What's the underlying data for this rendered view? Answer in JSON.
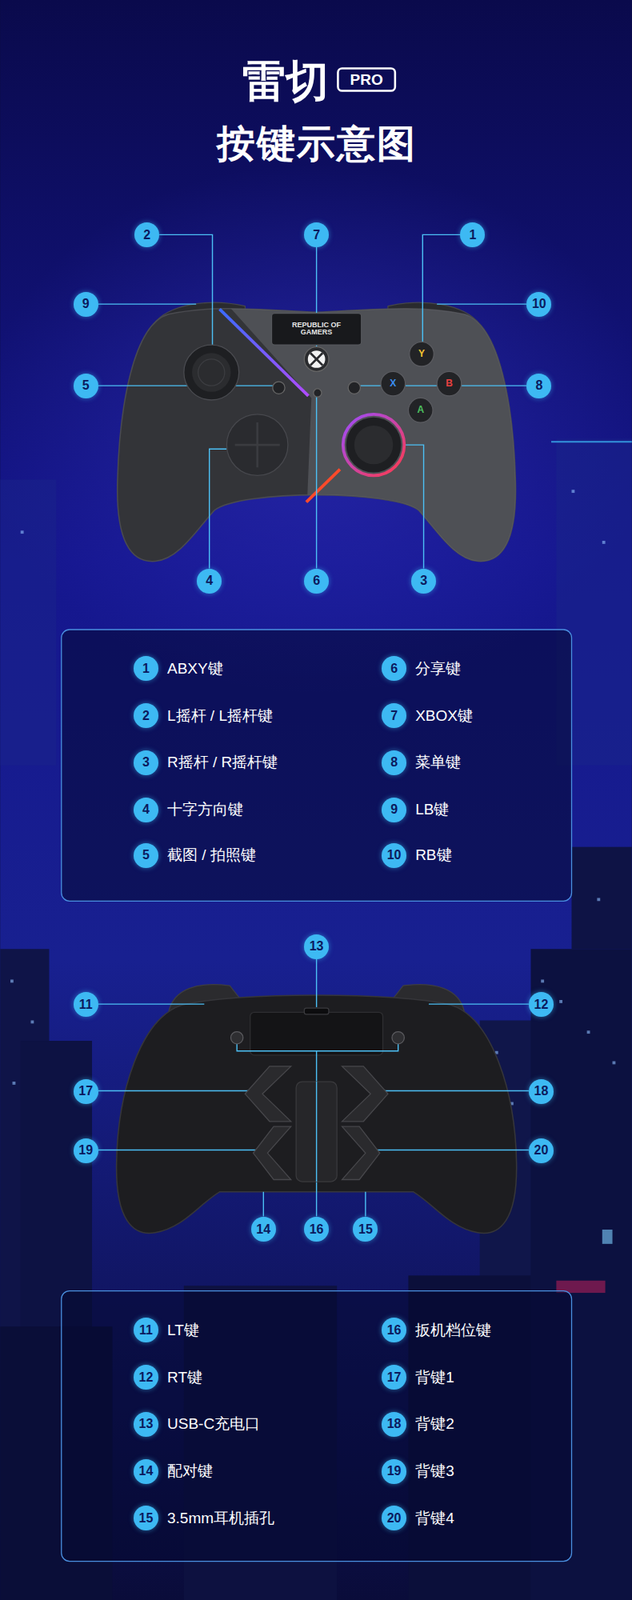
{
  "diagram": {
    "title": "按键示意图",
    "nodes": [
      {
        "text": [
          "2"
        ]
      },
      {
        "text": [
          "7"
        ]
      },
      {
        "text": [
          "1"
        ]
      },
      {
        "text": [
          "9"
        ]
      },
      {
        "text": [
          "10"
        ]
      },
      {
        "text": [
          "5"
        ]
      },
      {
        "text": [
          "8"
        ]
      },
      {
        "text": [
          "4"
        ]
      },
      {
        "text": [
          "6"
        ]
      },
      {
        "text": [
          "3"
        ]
      },
      {
        "text": [
          "1",
          "ABXY键"
        ]
      },
      {
        "text": [
          "6",
          "分享键"
        ]
      },
      {
        "text": [
          "2",
          "L摇杆 / L摇杆键"
        ]
      },
      {
        "text": [
          "7",
          "XBOX键"
        ]
      },
      {
        "text": [
          "3",
          "R摇杆 / R摇杆键"
        ]
      },
      {
        "text": [
          "8",
          "菜单键"
        ]
      },
      {
        "text": [
          "4",
          "十字方向键"
        ]
      },
      {
        "text": [
          "9",
          "LB键"
        ]
      },
      {
        "text": [
          "5",
          "截图 / 拍照键"
        ]
      },
      {
        "text": [
          "10",
          "RB键"
        ]
      },
      {
        "text": [
          "13"
        ]
      },
      {
        "text": [
          "11"
        ]
      },
      {
        "text": [
          "12"
        ]
      },
      {
        "text": [
          "17"
        ]
      },
      {
        "text": [
          "18"
        ]
      },
      {
        "text": [
          "19"
        ]
      },
      {
        "text": [
          "20"
        ]
      },
      {
        "text": [
          "14"
        ]
      },
      {
        "text": [
          "16"
        ]
      },
      {
        "text": [
          "15"
        ]
      },
      {
        "text": [
          "11",
          "LT键"
        ]
      },
      {
        "text": [
          "16",
          "扳机档位键"
        ]
      },
      {
        "text": [
          "12",
          "RT键"
        ]
      },
      {
        "text": [
          "17",
          "背键1"
        ]
      },
      {
        "text": [
          "13",
          "USB-C充电口"
        ]
      },
      {
        "text": [
          "18",
          "背键2"
        ]
      },
      {
        "text": [
          "14",
          "配对键"
        ]
      },
      {
        "text": [
          "19",
          "背键3"
        ]
      },
      {
        "text": [
          "15",
          "3.5mm耳机插孔"
        ]
      },
      {
        "text": [
          "20",
          "背键4"
        ]
      }
    ],
    "labels": [
      "雷切",
      "PRO",
      "REPUBLIC OF GAMERS",
      "Y",
      "X",
      "B",
      "A"
    ]
  }
}
